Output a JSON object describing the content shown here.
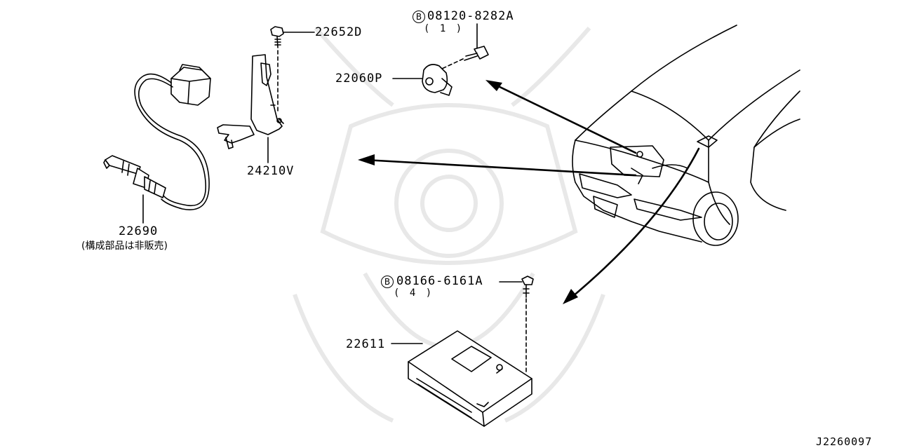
{
  "parts": {
    "bolt_22652d": "22652D",
    "knock_sensor_bolt": {
      "marker": "B",
      "number": "08120-8282A",
      "qty": "( 1 )"
    },
    "knock_sensor": "22060P",
    "bracket": "24210V",
    "oxygen_sensor": "22690",
    "oxygen_sensor_note": "(構成部品は非販売)",
    "ecm_bolt": {
      "marker": "B",
      "number": "08166-6161A",
      "qty": "( 4 )"
    },
    "ecm": "22611"
  },
  "diagram_code": "J2260097",
  "colors": {
    "line": "#000000",
    "watermark": "#e6e6e6"
  }
}
